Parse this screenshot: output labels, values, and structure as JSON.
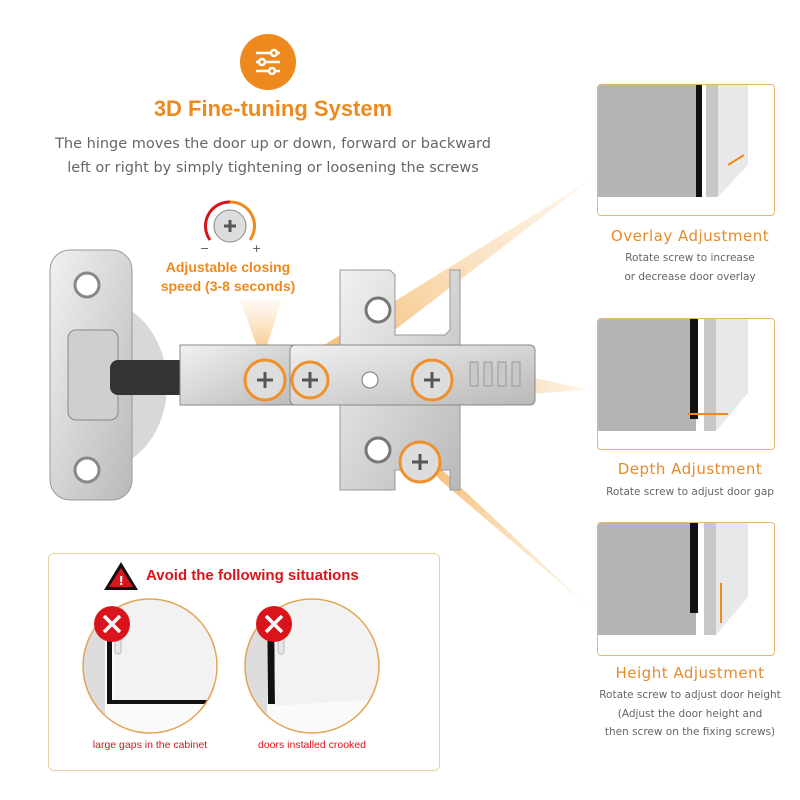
{
  "header": {
    "title": "3D Fine-tuning System",
    "subtitle_line1": "The hinge moves the door up or down, forward or backward",
    "subtitle_line2": "left or right by simply tightening or loosening the screws",
    "icon": "sliders-icon"
  },
  "speed": {
    "line1": "Adjustable closing",
    "line2": "speed (3-8 seconds)",
    "minus": "−",
    "plus": "+"
  },
  "adjustments": [
    {
      "title": "Overlay Adjustment",
      "desc": [
        "Rotate screw to increase",
        "or decrease door overlay"
      ]
    },
    {
      "title": "Depth Adjustment",
      "desc": [
        "Rotate screw to adjust door gap"
      ]
    },
    {
      "title": "Height Adjustment",
      "desc": [
        "Rotate screw to adjust door height",
        "(Adjust the door height and",
        "then screw on the fixing screws)"
      ]
    }
  ],
  "avoid": {
    "title": "Avoid the following situations",
    "items": [
      {
        "caption": "large gaps in the cabinet"
      },
      {
        "caption": "doors installed crooked"
      }
    ]
  },
  "colors": {
    "accent": "#ee8a1d",
    "warning": "#d9141b"
  }
}
